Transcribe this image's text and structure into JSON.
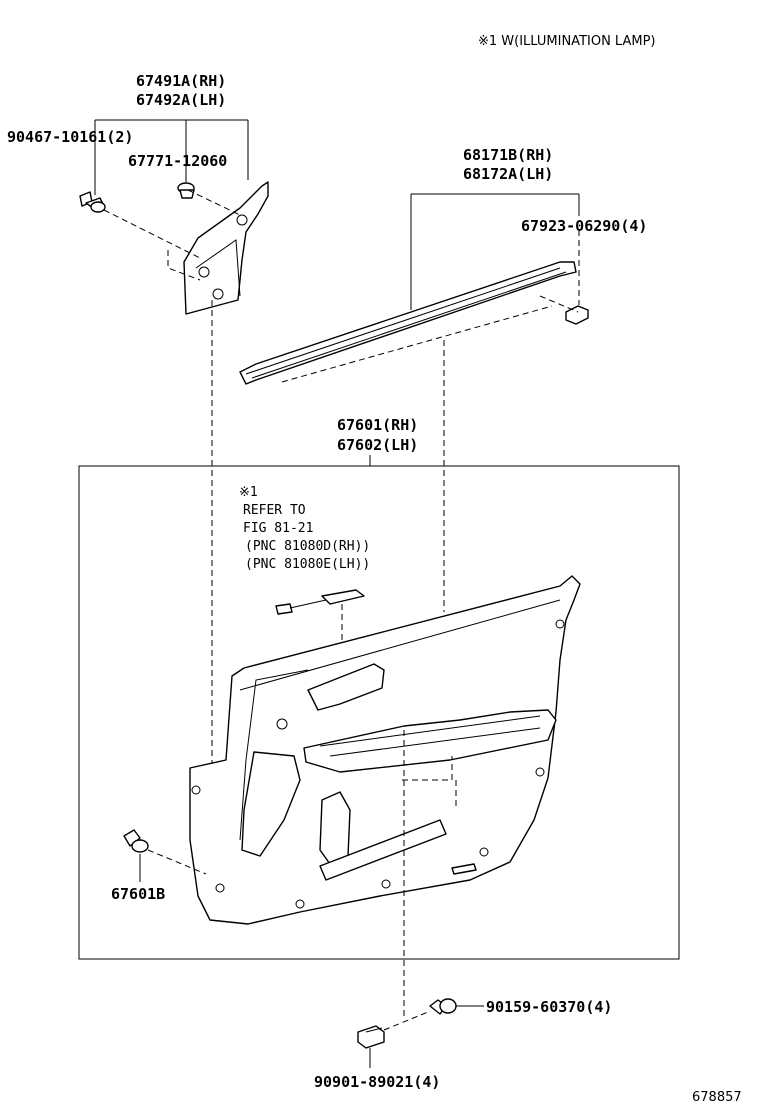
{
  "header_note": "※1 W(ILLUMINATION LAMP)",
  "footer_code": "678857",
  "labels": {
    "molding_rh": "67491A(RH)",
    "molding_lh": "67492A(LH)",
    "screw_90467": "90467-10161(2)",
    "clip_67771": "67771-12060",
    "weatherstrip_rh": "68171B(RH)",
    "weatherstrip_lh": "68172A(LH)",
    "clip_67923": "67923-06290(4)",
    "panel_rh": "67601(RH)",
    "panel_lh": "67602(LH)",
    "note_mark": "※1",
    "refer_line1": "REFER TO",
    "refer_line2": "FIG 81-21",
    "refer_line3": "(PNC 81080D(RH))",
    "refer_line4": "(PNC 81080E(LH))",
    "clip_67601b": "67601B",
    "screw_90159": "90159-60370(4)",
    "clip_90901": "90901-89021(4)"
  }
}
